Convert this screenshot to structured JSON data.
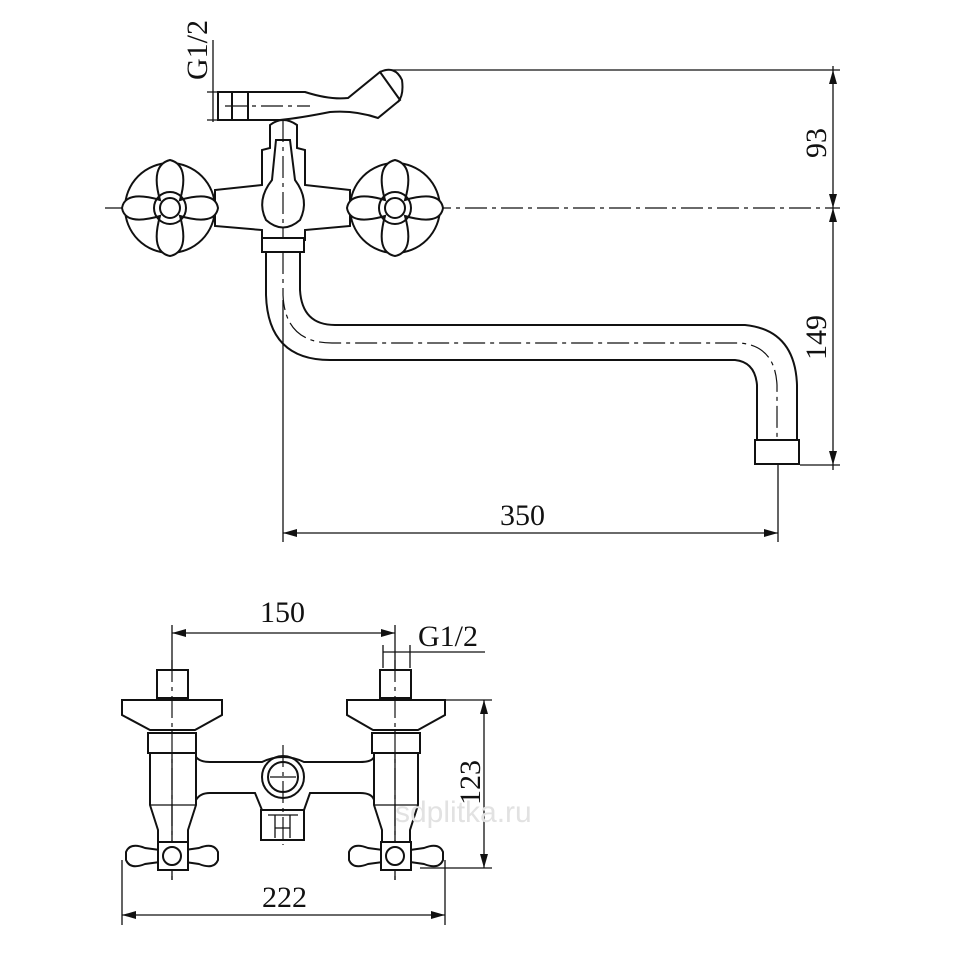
{
  "side_view": {
    "thread_label": "G1/2",
    "height_upper": "93",
    "height_lower": "149",
    "spout_reach": "350"
  },
  "front_view": {
    "inlet_spacing": "150",
    "thread_label": "G1/2",
    "height": "123",
    "overall_width": "222"
  },
  "watermark": "sdplitka.ru"
}
